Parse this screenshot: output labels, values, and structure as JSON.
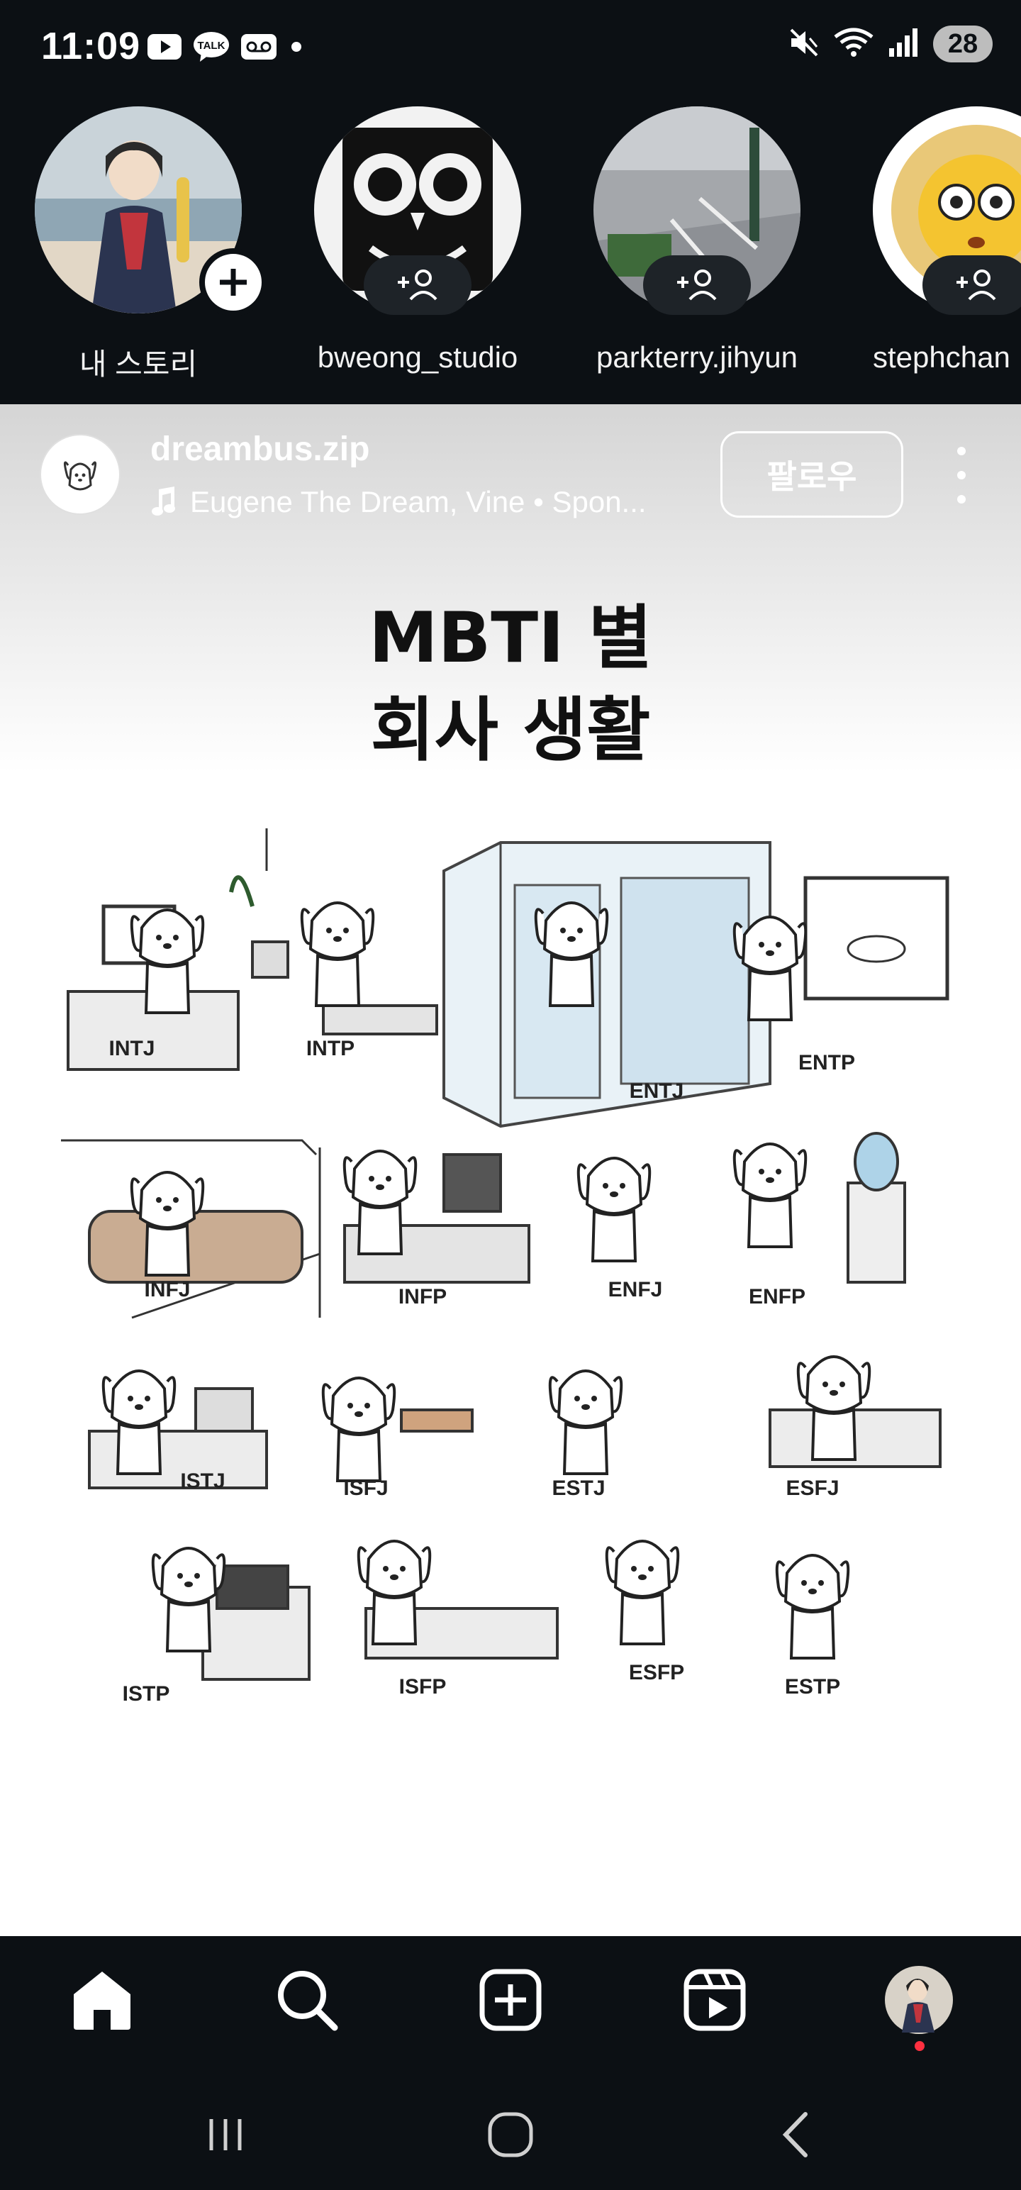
{
  "status_bar": {
    "time": "11:09",
    "battery": "28",
    "left_icons": [
      "youtube-icon",
      "kakaotalk-icon",
      "voicemail-icon",
      "dot-icon"
    ],
    "right_icons": [
      "mute-icon",
      "wifi-icon",
      "signal-icon"
    ]
  },
  "stories": [
    {
      "label": "내 스토리",
      "badge": "add"
    },
    {
      "label": "bweong_studio",
      "badge": "follow"
    },
    {
      "label": "parkterry.jihyun",
      "badge": "follow"
    },
    {
      "label": "stephchan",
      "badge": "follow"
    }
  ],
  "post": {
    "username": "dreambus.zip",
    "music": "Eugene The Dream, Vine • Spon...",
    "follow_label": "팔로우",
    "title_line1": "MBTI 별",
    "title_line2": "회사 생활",
    "mbti_labels": [
      "INTJ",
      "INTP",
      "ENTJ",
      "ENTP",
      "INFJ",
      "INFP",
      "ENFJ",
      "ENFP",
      "ISTJ",
      "ISFJ",
      "ESTJ",
      "ESFJ",
      "ISTP",
      "ISFP",
      "ESFP",
      "ESTP"
    ]
  },
  "bottom_nav": [
    "home-icon",
    "search-icon",
    "create-icon",
    "reels-icon",
    "profile-avatar"
  ],
  "system_nav": [
    "recent-apps-icon",
    "home-circle-icon",
    "back-icon"
  ],
  "colors": {
    "background": "#0c1014",
    "notification_dot": "#ff3040"
  }
}
